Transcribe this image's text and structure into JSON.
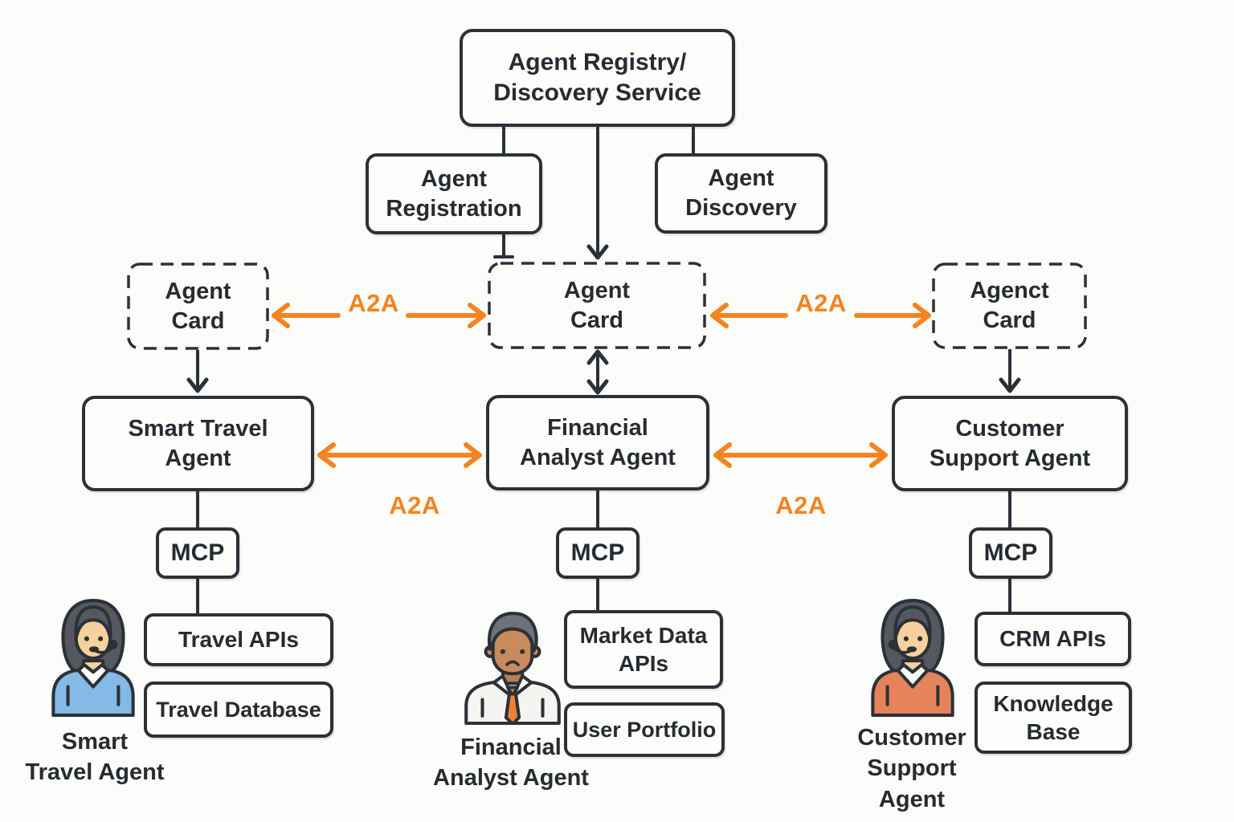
{
  "palette": {
    "ink": "#2b3137",
    "accent_orange": "#f5831f",
    "background": "#fcfcfa",
    "shirt_blue": "#85b9e6",
    "shirt_salmon": "#e5835c",
    "skin_light": "#f6d09d",
    "skin_brown": "#c98a5e",
    "hair_dark_gray": "#55585e",
    "hair_gray": "#6e7377",
    "tie_orange": "#f08035"
  },
  "nodes": {
    "registry": "Agent Registry/\nDiscovery Service",
    "registration": "Agent\nRegistration",
    "discovery": "Agent\nDiscovery",
    "card_left": "Agent\nCard",
    "card_center": "Agent\nCard",
    "card_right": "Agenct\nCard",
    "agent_left": "Smart Travel\nAgent",
    "agent_center": "Financial\nAnalyst Agent",
    "agent_right": "Customer\nSupport Agent",
    "mcp_left": "MCP",
    "mcp_center": "MCP",
    "mcp_right": "MCP",
    "res_left_1": "Travel APIs",
    "res_left_2": "Travel Database",
    "res_center_1": "Market Data\nAPIs",
    "res_center_2": "User Portfolio",
    "res_right_1": "CRM APIs",
    "res_right_2": "Knowledge\nBase"
  },
  "edges": {
    "a2a_cards_left": "A2A",
    "a2a_cards_right": "A2A",
    "a2a_agents_left": "A2A",
    "a2a_agents_right": "A2A"
  },
  "personas": {
    "left": {
      "caption": "Smart\nTravel Agent",
      "icon": "woman-headset-avatar"
    },
    "center": {
      "caption": "Financial\nAnalyst Agent",
      "icon": "man-tie-avatar"
    },
    "right": {
      "caption": "Customer\nSupport\nAgent",
      "icon": "woman-headset-avatar"
    }
  }
}
